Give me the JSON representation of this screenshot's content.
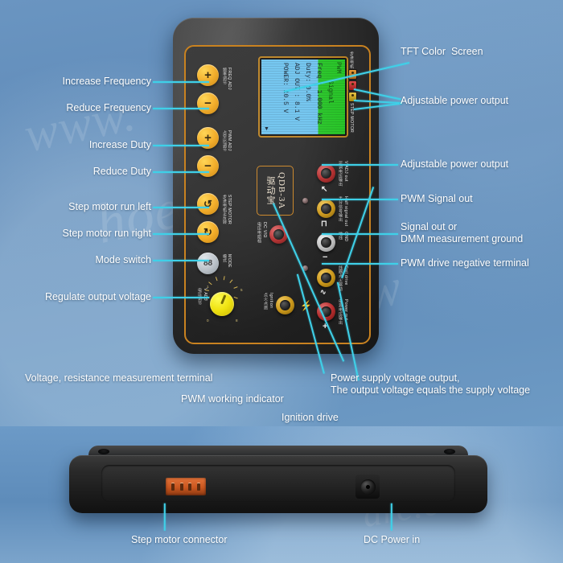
{
  "background": {
    "top_color": "#5f8cba",
    "bottom_color": "#6c9ac7",
    "accent_line_color": "#3fd0e8"
  },
  "watermarks": [
    "www.",
    "hoe",
    "baw",
    "are.com"
  ],
  "callouts": {
    "left": [
      {
        "id": "increase-frequency",
        "label": "Increase Frequency"
      },
      {
        "id": "reduce-frequency",
        "label": "Reduce Frequency"
      },
      {
        "id": "increase-duty",
        "label": "Increase Duty"
      },
      {
        "id": "reduce-duty",
        "label": "Reduce Duty"
      },
      {
        "id": "step-motor-run-left",
        "label": "Step motor run left"
      },
      {
        "id": "step-motor-run-right",
        "label": "Step motor run right"
      },
      {
        "id": "mode-switch",
        "label": "Mode switch"
      },
      {
        "id": "regulate-output-voltage",
        "label": "Regulate output voltage"
      }
    ],
    "right": [
      {
        "id": "tft-color-screen",
        "label": "TFT Color  Screen"
      },
      {
        "id": "adjustable-power-output-1",
        "label": "Adjustable power output"
      },
      {
        "id": "adjustable-power-output-2",
        "label": "Adjustable power output"
      },
      {
        "id": "pwm-signal-out",
        "label": "PWM Signal out"
      },
      {
        "id": "signal-out-ground",
        "label": "Signal out or\nDMM measurement ground"
      },
      {
        "id": "pwm-drive-negative",
        "label": "PWM drive negative terminal"
      }
    ],
    "bottom": [
      {
        "id": "voltage-resistance-terminal",
        "label": "Voltage, resistance measurement terminal"
      },
      {
        "id": "pwm-working-indicator",
        "label": "PWM working indicator"
      },
      {
        "id": "ignition-drive",
        "label": "Ignition drive"
      },
      {
        "id": "power-supply-output",
        "label": "Power supply voltage output,\nThe output voltage equals the supply voltage"
      }
    ],
    "side": [
      {
        "id": "step-motor-connector",
        "label": "Step motor connector"
      },
      {
        "id": "dc-power-in",
        "label": "DC Power in"
      }
    ]
  },
  "device": {
    "model_badge": "驱动宝 QDB-3A",
    "model_badge_cn": "驱动宝",
    "model_badge_code": "QDB-3A",
    "buttons": [
      {
        "id": "freq-up",
        "glyph": "+",
        "group_cn": "频率调节",
        "group_en": "FREQ ADJ"
      },
      {
        "id": "freq-down",
        "glyph": "−",
        "group_cn": "频率调节",
        "group_en": "FREQ ADJ"
      },
      {
        "id": "pwm-up",
        "glyph": "+",
        "group_cn": "占空比调节",
        "group_en": "PWM ADJ"
      },
      {
        "id": "pwm-down",
        "glyph": "−",
        "group_cn": "占空比调节",
        "group_en": "PWM ADJ"
      },
      {
        "id": "step-left",
        "glyph": "↺",
        "group_cn": "步进电机正反转",
        "group_en": "STEP MOTOR"
      },
      {
        "id": "step-right",
        "glyph": "↻",
        "group_cn": "步进电机正反转",
        "group_en": "STEP MOTOR"
      },
      {
        "id": "mode",
        "glyph": "88",
        "group_cn": "模式",
        "group_en": "MODE"
      }
    ],
    "knob": {
      "id": "v-adj-knob",
      "label_cn": "电压调节",
      "label_en": "V ADJ",
      "ticks": [
        "0",
        "1",
        "2",
        "3",
        "4",
        "5",
        "6",
        "7",
        "8",
        "9"
      ]
    },
    "step_motor_terminals": {
      "label_cn": "步进电机",
      "label_en": "STEP MOTOR",
      "pins": [
        {
          "color": "#e08020"
        },
        {
          "color": "#cc2222"
        },
        {
          "color": "#e0b020"
        }
      ]
    },
    "jacks": [
      {
        "id": "v-adj-out",
        "label_cn": "可调电压输出",
        "label_en": "V ADJ out",
        "color": "#b12b2b",
        "symbol": "↖"
      },
      {
        "id": "half-signal-out",
        "label_cn": "半分信号输出",
        "label_en": "Half signal out",
        "color": "#c89519",
        "symbol": "⊓"
      },
      {
        "id": "gnd",
        "label_cn": "地线",
        "label_en": "GND",
        "color": "#bdbdbd",
        "symbol": "−"
      },
      {
        "id": "coil-drive",
        "label_cn": "线圈点火驱动",
        "label_en": "Coil drive",
        "color": "#c89519",
        "symbol": "∿"
      },
      {
        "id": "power-out",
        "label_cn": "电源电压输出",
        "label_en": "Power out",
        "color": "#b12b2b",
        "symbol": "+"
      },
      {
        "id": "dc-vr",
        "label_cn": "电压电阻档",
        "label_en": "DC V/Ω",
        "color": "#b12b2b",
        "symbol": ""
      },
      {
        "id": "ignition",
        "label_cn": "点火点燃",
        "label_en": "Ignition",
        "color": "#c89519",
        "symbol": ""
      }
    ],
    "leds": [
      {
        "id": "pwm-indicator"
      },
      {
        "id": "ignition-indicator"
      }
    ]
  },
  "screen": {
    "lines": [
      "Freq : 1.000 kHz",
      "Duty: 0.0%",
      "ADJ OUT : 8.1 V",
      "POWER: 10.5 V"
    ],
    "status_top": "PWM",
    "status_green": "Signal",
    "arrow": "▼",
    "bg_color": "#6cc3ef",
    "accent_color": "#23c423"
  },
  "side_view": {
    "connector_id": "step-motor-connector-port",
    "dc_jack_id": "dc-power-jack"
  }
}
